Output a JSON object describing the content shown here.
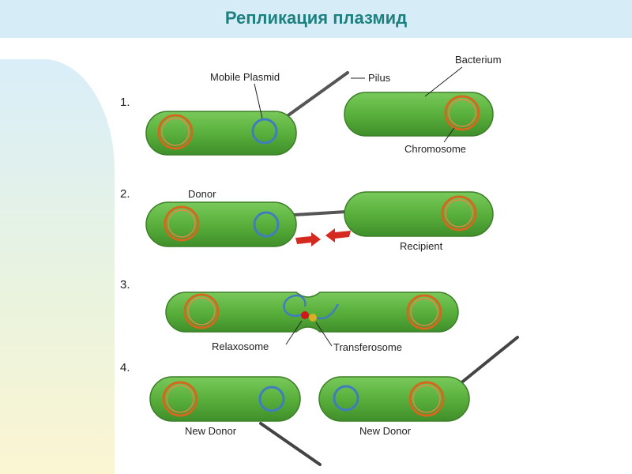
{
  "page": {
    "title": "Репликация плазмид"
  },
  "colors": {
    "cell": "#5ab03c",
    "cell_outline": "#3d7f28",
    "chromosome": "#d2691e",
    "plasmid": "#3f7dbf",
    "arrow": "#d42a20",
    "pilus": "#555555",
    "relaxosome": "#d01818",
    "transferosome": "#d9b023"
  },
  "steps": [
    "1.",
    "2.",
    "3.",
    "4."
  ],
  "labels": {
    "mobile_plasmid": "Mobile Plasmid",
    "pilus": "Pilus",
    "bacterium": "Bacterium",
    "chromosome": "Chromosome",
    "donor": "Donor",
    "recipient": "Recipient",
    "relaxosome": "Relaxosome",
    "transferosome": "Transferosome",
    "new_donor_left": "New Donor",
    "new_donor_right": "New Donor"
  }
}
